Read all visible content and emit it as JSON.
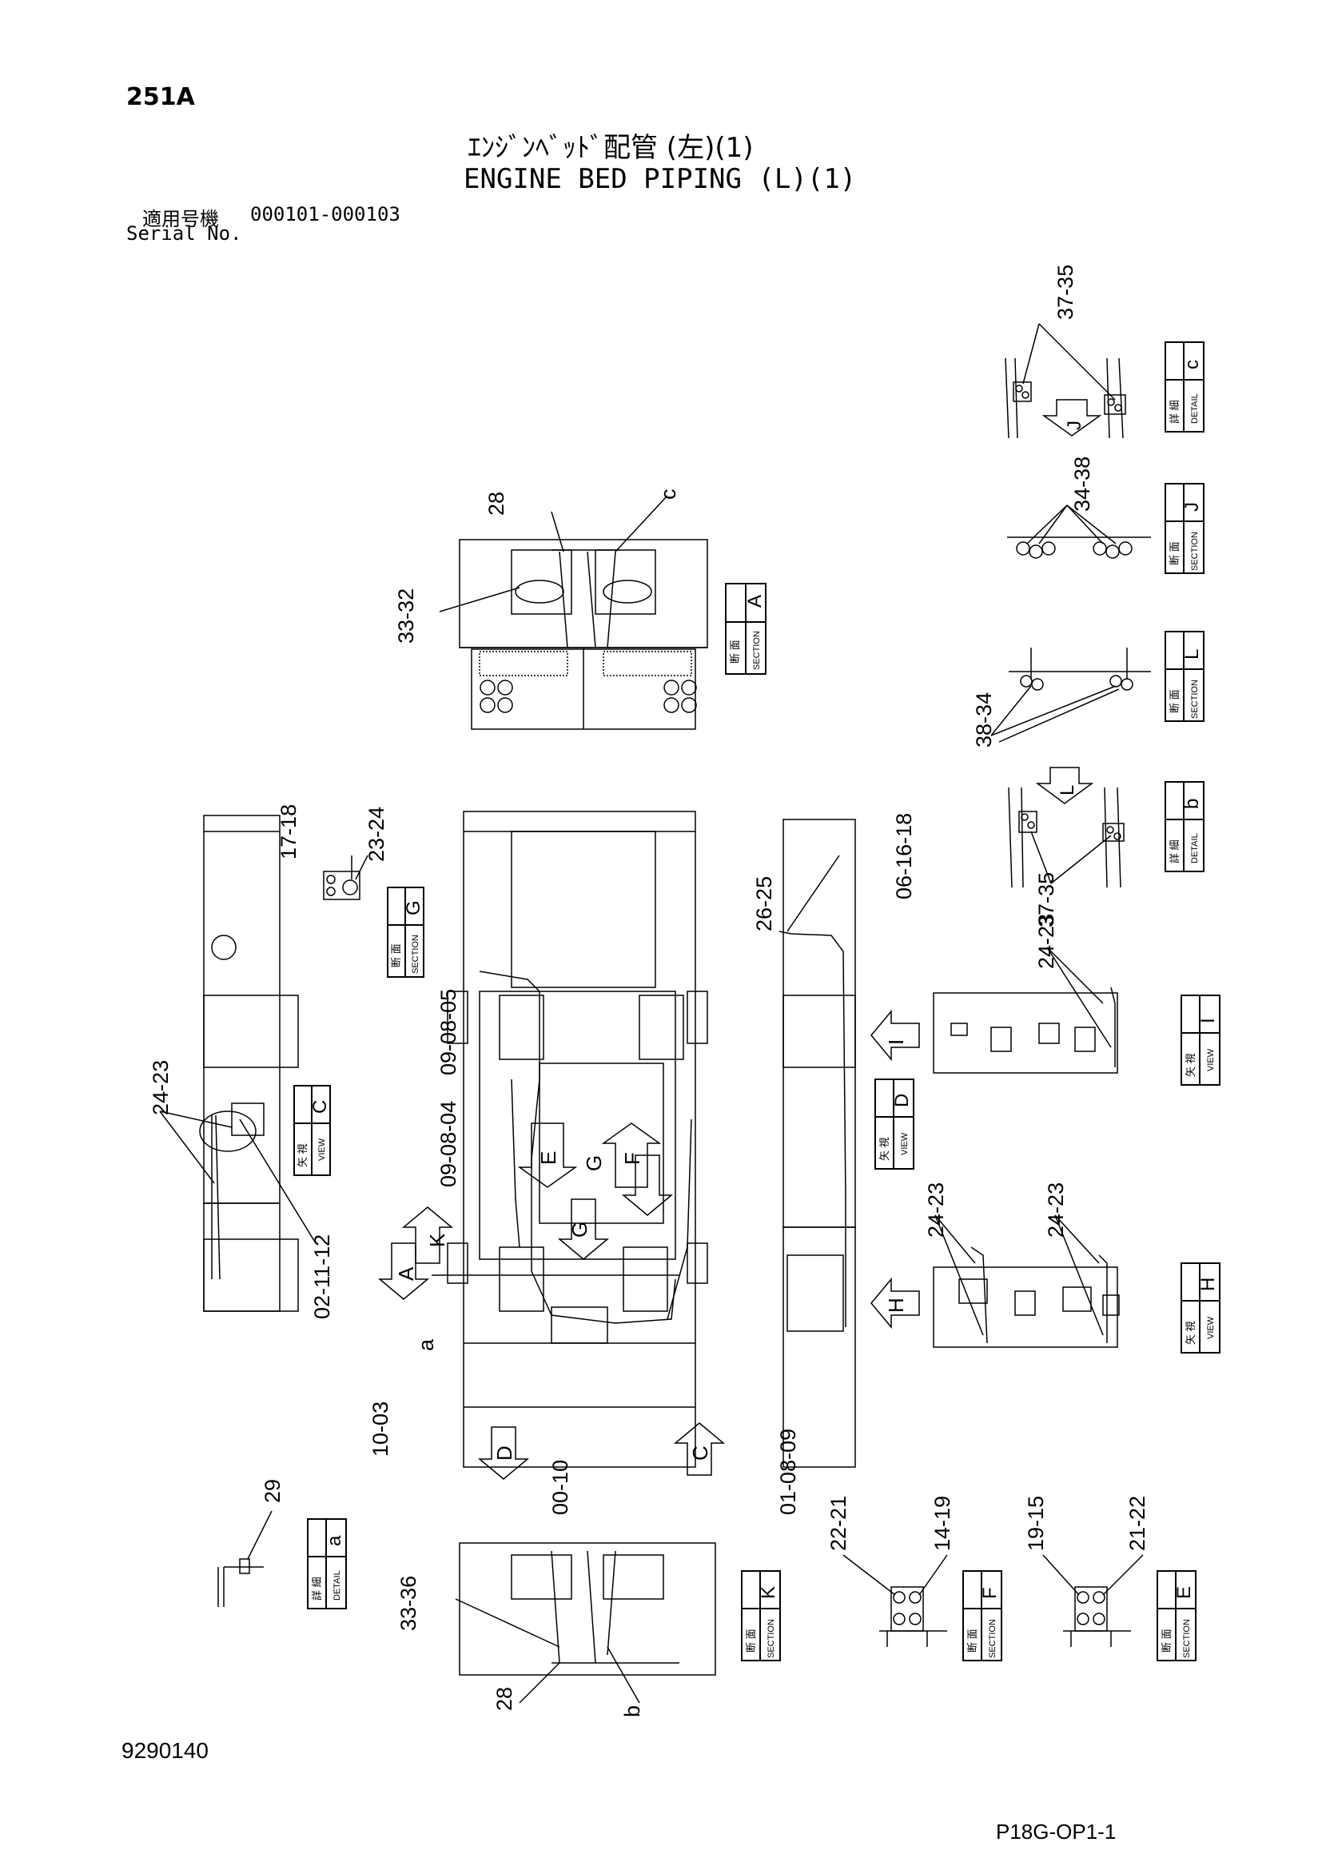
{
  "header": {
    "page_id": "251A",
    "title_jp": "ｴﾝｼﾞﾝﾍﾞｯﾄﾞ配管 (左)(1)",
    "title_en": "ENGINE BED PIPING (L)(1)",
    "serial_label_jp": "適用号機",
    "serial_label_en": "Serial No.",
    "serial_range": "000101-000103"
  },
  "footer": {
    "doc_number": "9290140",
    "page_code": "P18G-OP1-1"
  },
  "tags": {
    "section_a": {
      "jp": "断 面",
      "en": "SECTION",
      "letter": "A"
    },
    "section_g": {
      "jp": "断 面",
      "en": "SECTION",
      "letter": "G"
    },
    "section_j": {
      "jp": "断 面",
      "en": "SECTION",
      "letter": "J"
    },
    "section_l": {
      "jp": "断 面",
      "en": "SECTION",
      "letter": "L"
    },
    "section_k": {
      "jp": "断 面",
      "en": "SECTION",
      "letter": "K"
    },
    "section_f": {
      "jp": "断 面",
      "en": "SECTION",
      "letter": "F"
    },
    "section_e": {
      "jp": "断 面",
      "en": "SECTION",
      "letter": "E"
    },
    "detail_c": {
      "jp": "詳 細",
      "en": "DETAIL",
      "letter": "c"
    },
    "detail_b": {
      "jp": "詳 細",
      "en": "DETAIL",
      "letter": "b"
    },
    "detail_a": {
      "jp": "詳 細",
      "en": "DETAIL",
      "letter": "a"
    },
    "view_c": {
      "jp": "矢 視",
      "en": "VIEW",
      "letter": "C"
    },
    "view_d": {
      "jp": "矢 視",
      "en": "VIEW",
      "letter": "D"
    },
    "view_i": {
      "jp": "矢 視",
      "en": "VIEW",
      "letter": "I"
    },
    "view_h": {
      "jp": "矢 視",
      "en": "VIEW",
      "letter": "H"
    }
  },
  "arrows": {
    "a_arrow": "A",
    "k_arrow": "K",
    "e_arrow": "E",
    "f_arrow": "F",
    "d_arrow": "D",
    "c_arrow": "C",
    "g_arrow1": "G",
    "g_arrow2": "G",
    "i_arrow": "I",
    "h_arrow": "H",
    "j_arrow": "J",
    "l_arrow": "L"
  },
  "callouts": {
    "c_37": [
      "37",
      "-",
      "35"
    ],
    "c_34j": [
      "34",
      "-",
      "38"
    ],
    "c_38l": [
      "38",
      "-",
      "34"
    ],
    "c_37b": [
      "37",
      "-",
      "35"
    ],
    "c_28a": [
      "28"
    ],
    "c_ca": [
      "c"
    ],
    "c_33a": [
      "33",
      "-",
      "32"
    ],
    "c_17": [
      "17",
      "-",
      "18"
    ],
    "c_23": [
      "23",
      "-",
      "24"
    ],
    "c_24c": [
      "24",
      "-",
      "23"
    ],
    "c_09a": [
      "09",
      "-",
      "08",
      "-",
      "05"
    ],
    "c_09b": [
      "09",
      "-",
      "08",
      "-",
      "04"
    ],
    "c_02": [
      "02",
      "-",
      "11",
      "-",
      "12"
    ],
    "c_26": [
      "26",
      "-",
      "25"
    ],
    "c_06": [
      "06",
      "-",
      "16",
      "-",
      "18"
    ],
    "c_24i": [
      "24",
      "-",
      "23"
    ],
    "c_24h1": [
      "24",
      "-",
      "23"
    ],
    "c_24h2": [
      "24",
      "-",
      "23"
    ],
    "c_a": [
      "a"
    ],
    "c_10": [
      "10",
      "-",
      "03"
    ],
    "c_00": [
      "00",
      "-",
      "10"
    ],
    "c_01": [
      "01",
      "-",
      "08",
      "-",
      "09"
    ],
    "c_29": [
      "29"
    ],
    "c_33k": [
      "33",
      "-",
      "36"
    ],
    "c_28k": [
      "28"
    ],
    "c_bk": [
      "b"
    ],
    "c_22a": [
      "22",
      "-",
      "21"
    ],
    "c_14": [
      "14",
      "-",
      "19"
    ],
    "c_19": [
      "19",
      "-",
      "15"
    ],
    "c_21": [
      "21",
      "-",
      "22"
    ]
  }
}
